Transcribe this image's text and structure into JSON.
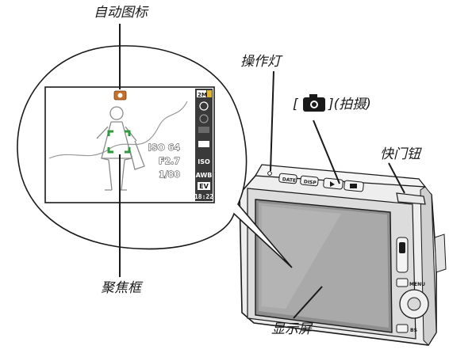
{
  "labels": {
    "auto_icon": "自动图标",
    "focus_frame": "聚焦框",
    "operation_lamp": "操作灯",
    "shutter_key_prefix": "[",
    "shutter_key_suffix": "](拍摄)",
    "shutter_button": "快门钮",
    "monitor": "显示屏"
  },
  "lcd": {
    "size_badge": "2M",
    "left_readouts": [
      "ISO 64",
      "F2.7",
      "1/80"
    ],
    "panel_iso": "ISO",
    "panel_awb": "AWB",
    "panel_ev": "EV",
    "time": "18:22"
  },
  "camera_buttons": {
    "date": "DATE",
    "disp": "DISP",
    "menu": "MENU",
    "bs": "BS"
  },
  "colors": {
    "ink": "#1a1a1a",
    "auto_icon": "#c8702a",
    "focus_frame": "#2f9a3c",
    "lcd_panel": "#3a3a3a"
  }
}
